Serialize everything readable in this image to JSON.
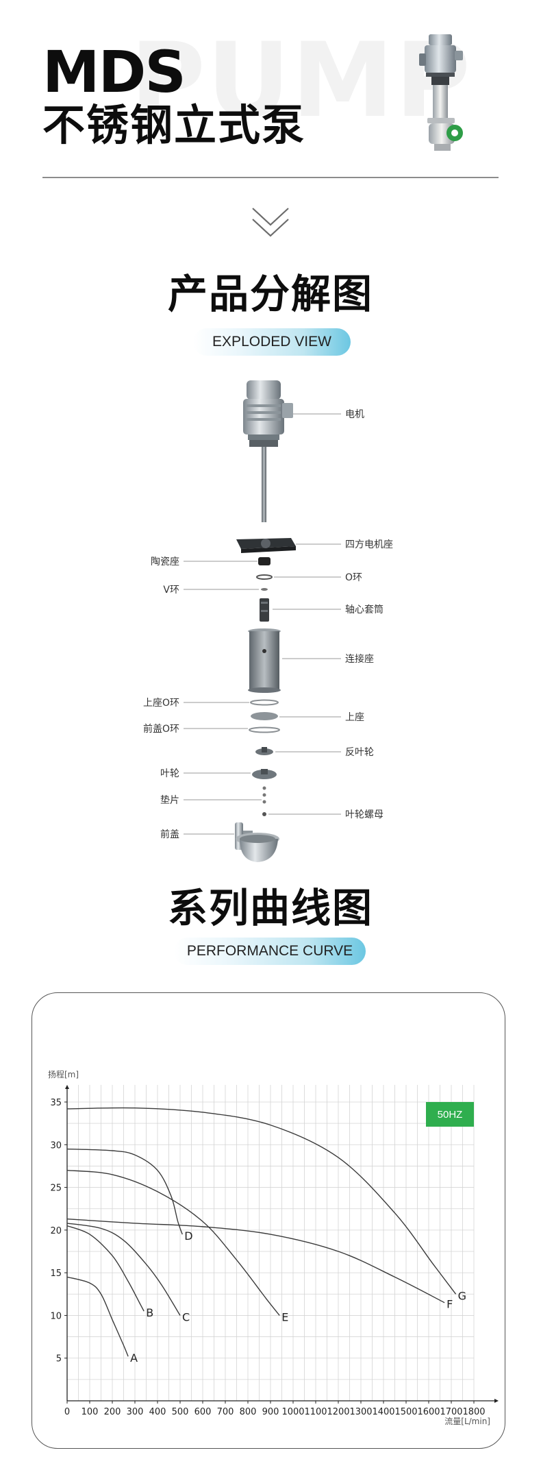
{
  "header": {
    "watermark": "PUMP",
    "model": "MDS",
    "product_name": "不锈钢立式泵"
  },
  "exploded_view": {
    "title": "产品分解图",
    "subtitle": "EXPLODED VIEW",
    "right_labels": [
      "电机",
      "四方电机座",
      "O环",
      "轴心套筒",
      "连接座",
      "上座",
      "反叶轮",
      "叶轮螺母"
    ],
    "left_labels": [
      "陶瓷座",
      "V环",
      "上座O环",
      "前盖O环",
      "叶轮",
      "垫片",
      "前盖"
    ]
  },
  "performance": {
    "title": "系列曲线图",
    "subtitle": "PERFORMANCE CURVE"
  },
  "chart_data": {
    "type": "line",
    "ylabel": "扬程[m]",
    "xlabel": "流量[L/min]",
    "badge": "50HZ",
    "badge_color": "#2fae4e",
    "xlim": [
      0,
      1800
    ],
    "ylim": [
      0,
      35
    ],
    "x_ticks": [
      0,
      100,
      200,
      300,
      400,
      500,
      600,
      700,
      800,
      900,
      1000,
      1100,
      1200,
      1300,
      1400,
      1500,
      1600,
      1700,
      1800
    ],
    "y_ticks": [
      5,
      10,
      15,
      20,
      25,
      30,
      35
    ],
    "grid": true,
    "series": [
      {
        "name": "A",
        "points": [
          [
            0,
            14.5
          ],
          [
            100,
            13.8
          ],
          [
            150,
            12.5
          ],
          [
            200,
            9.5
          ],
          [
            250,
            6.5
          ],
          [
            270,
            5.2
          ]
        ]
      },
      {
        "name": "B",
        "points": [
          [
            0,
            20.5
          ],
          [
            100,
            19.5
          ],
          [
            200,
            17
          ],
          [
            270,
            14
          ],
          [
            320,
            11.5
          ],
          [
            340,
            10.5
          ]
        ]
      },
      {
        "name": "C",
        "points": [
          [
            0,
            20.8
          ],
          [
            150,
            20.2
          ],
          [
            250,
            18.8
          ],
          [
            350,
            16
          ],
          [
            420,
            13.5
          ],
          [
            500,
            10
          ]
        ]
      },
      {
        "name": "D",
        "points": [
          [
            0,
            29.5
          ],
          [
            200,
            29.3
          ],
          [
            300,
            28.8
          ],
          [
            400,
            27
          ],
          [
            460,
            24
          ],
          [
            490,
            21
          ],
          [
            510,
            19.5
          ]
        ]
      },
      {
        "name": "E",
        "points": [
          [
            0,
            27
          ],
          [
            200,
            26.5
          ],
          [
            400,
            24.5
          ],
          [
            600,
            21
          ],
          [
            750,
            16.5
          ],
          [
            880,
            12
          ],
          [
            940,
            10
          ]
        ]
      },
      {
        "name": "F",
        "points": [
          [
            0,
            21.3
          ],
          [
            300,
            20.8
          ],
          [
            600,
            20.4
          ],
          [
            900,
            19.5
          ],
          [
            1200,
            17.5
          ],
          [
            1450,
            14.5
          ],
          [
            1670,
            11.5
          ]
        ]
      },
      {
        "name": "G",
        "points": [
          [
            0,
            34.2
          ],
          [
            300,
            34.3
          ],
          [
            600,
            33.8
          ],
          [
            900,
            32.3
          ],
          [
            1200,
            28.5
          ],
          [
            1450,
            22
          ],
          [
            1620,
            16
          ],
          [
            1720,
            12.5
          ]
        ]
      }
    ]
  }
}
